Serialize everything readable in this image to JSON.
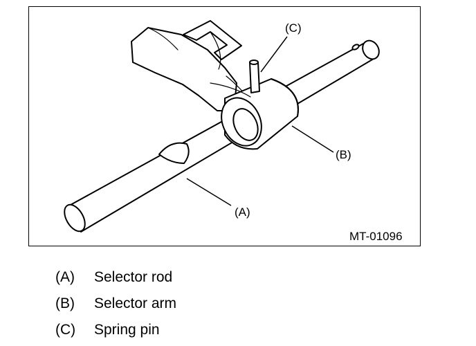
{
  "figure": {
    "id": "MT-01096",
    "callouts": {
      "a": "(A)",
      "b": "(B)",
      "c": "(C)"
    }
  },
  "legend": [
    {
      "key": "(A)",
      "text": "Selector rod"
    },
    {
      "key": "(B)",
      "text": "Selector arm"
    },
    {
      "key": "(C)",
      "text": "Spring pin"
    }
  ]
}
